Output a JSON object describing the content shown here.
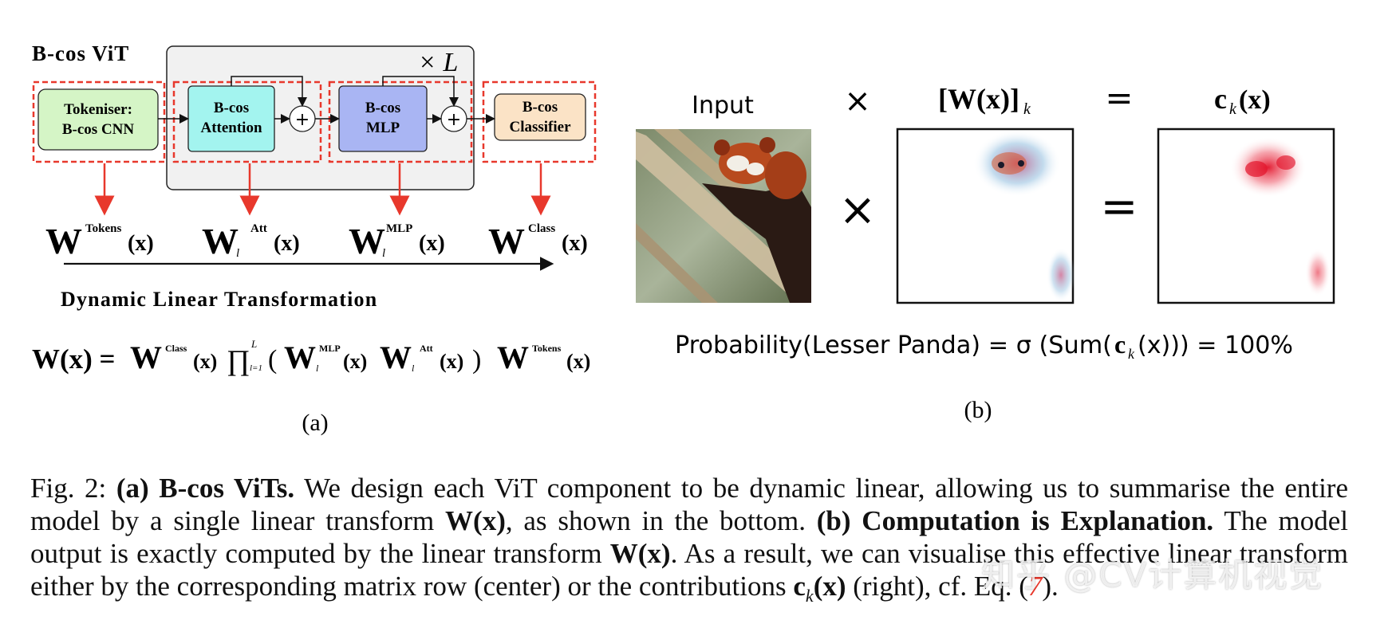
{
  "panel_a": {
    "title": "B-cos ViT",
    "repeat_label": "× L",
    "blocks": [
      {
        "line1": "Tokeniser:",
        "line2": "B-cos CNN",
        "color": "#d5f5c6"
      },
      {
        "line1": "B-cos",
        "line2": "Attention",
        "color": "#a3f4ef"
      },
      {
        "line1": "B-cos",
        "line2": "MLP",
        "color": "#a9b5f3"
      },
      {
        "line1": "B-cos",
        "line2": "Classifier",
        "color": "#fbe3c6"
      }
    ],
    "add_symbol": "+",
    "weights": [
      {
        "base": "W",
        "sup": "Tokens",
        "sub": "",
        "arg": "(x)"
      },
      {
        "base": "W",
        "sup": "Att",
        "sub": "l",
        "arg": "(x)"
      },
      {
        "base": "W",
        "sup": "MLP",
        "sub": "l",
        "arg": "(x)"
      },
      {
        "base": "W",
        "sup": "Class",
        "sub": "",
        "arg": "(x)"
      }
    ],
    "dlt_label": "Dynamic Linear Transformation",
    "equation": {
      "lhs": "W(x) = ",
      "class_w": "W",
      "class_sup": "Class",
      "class_arg": "(x)",
      "prod": "∏",
      "prod_sup": "L",
      "prod_sub": "l=1",
      "open": "(",
      "mlp_w": "W",
      "mlp_sup": "MLP",
      "mlp_sub": "l",
      "mlp_arg": "(x)",
      "att_w": "W",
      "att_sup": "Att",
      "att_sub": "l",
      "att_arg": "(x)",
      "close": ")",
      "tok_w": "W",
      "tok_sup": "Tokens",
      "tok_arg": "(x)"
    },
    "label": "(a)",
    "accent_red": "#e8382c"
  },
  "panel_b": {
    "input_label": "Input",
    "times": "×",
    "matrix_label": "[W(x)]",
    "matrix_sub": "k",
    "equals": "=",
    "contrib_label": "c",
    "contrib_sub": "k",
    "contrib_arg": "(x)",
    "prob_text_prefix": "Probability(Lesser Panda) = σ (Sum(",
    "prob_c": "c",
    "prob_c_sub": "k",
    "prob_text_suffix": "(x))) = 100%",
    "label": "(b)"
  },
  "caption": {
    "fig": "Fig. 2:",
    "a_bold": "(a) B-cos ViTs.",
    "a_text": " We design each ViT component to be dynamic linear, allowing us to summarise the entire model by a single linear transform ",
    "wx1": "W(x)",
    "a_text2": ", as shown in the bottom. ",
    "b_bold": "(b) Computation is Explanation.",
    "b_text": " The model output is exactly computed by the linear transform ",
    "wx2": "W(x)",
    "b_text2": ". As a result, we can visualise this effective linear transform either by the corresponding matrix row (center) or the contributions ",
    "ck": "c",
    "ck_sub": "k",
    "ck_arg": "(x)",
    "b_text3": " (right), cf. Eq. (",
    "eq_ref": "7",
    "b_text4": ")."
  },
  "watermark": "知乎 @CV计算机视觉"
}
